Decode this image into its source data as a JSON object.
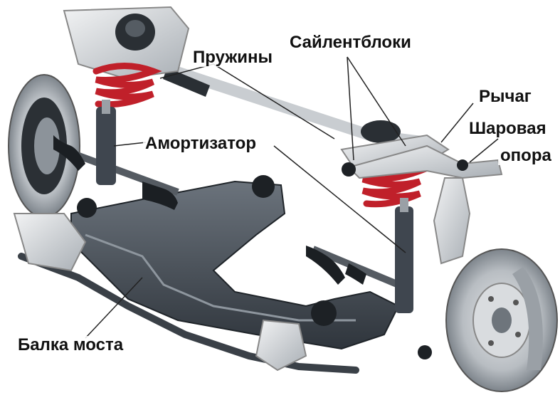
{
  "labels": {
    "springs": "Пружины",
    "silent_blocks": "Сайлентблоки",
    "control_arm": "Рычаг",
    "ball_joint_line1": "Шаровая",
    "ball_joint_line2": "опора",
    "shock_absorber": "Амортизатор",
    "axle_beam": "Балка моста"
  },
  "colors": {
    "spring": "#c0202a",
    "metal_light": "#cfd3d6",
    "metal_dark": "#3f464f",
    "rubber": "#1e2226",
    "brake_disc": "#b9bec3",
    "leader_line": "#222222"
  }
}
